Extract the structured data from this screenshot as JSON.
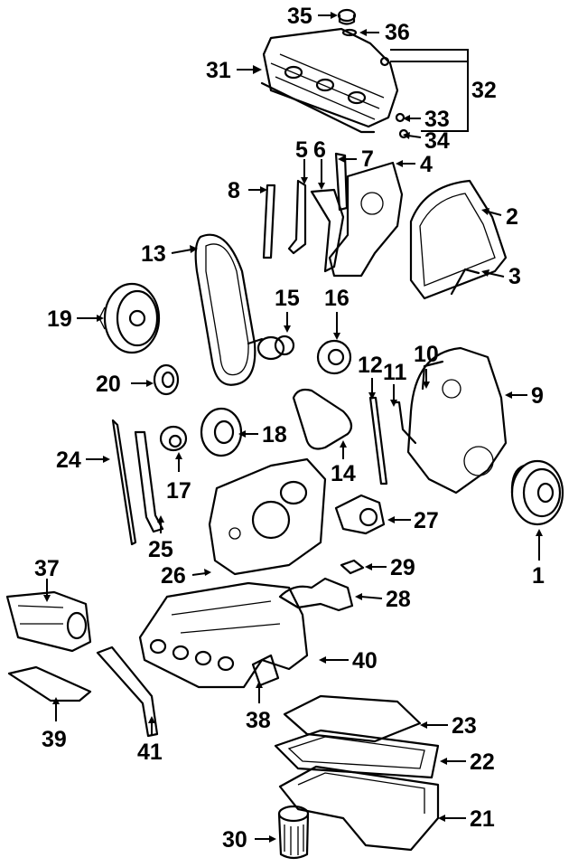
{
  "diagram": {
    "callouts": [
      {
        "id": "1",
        "text": "1"
      },
      {
        "id": "2",
        "text": "2"
      },
      {
        "id": "3",
        "text": "3"
      },
      {
        "id": "4",
        "text": "4"
      },
      {
        "id": "5",
        "text": "5"
      },
      {
        "id": "6",
        "text": "6"
      },
      {
        "id": "7",
        "text": "7"
      },
      {
        "id": "8",
        "text": "8"
      },
      {
        "id": "9",
        "text": "9"
      },
      {
        "id": "10",
        "text": "10"
      },
      {
        "id": "11",
        "text": "11"
      },
      {
        "id": "12",
        "text": "12"
      },
      {
        "id": "13",
        "text": "13"
      },
      {
        "id": "14",
        "text": "14"
      },
      {
        "id": "15",
        "text": "15"
      },
      {
        "id": "16",
        "text": "16"
      },
      {
        "id": "17",
        "text": "17"
      },
      {
        "id": "18",
        "text": "18"
      },
      {
        "id": "19",
        "text": "19"
      },
      {
        "id": "20",
        "text": "20"
      },
      {
        "id": "21",
        "text": "21"
      },
      {
        "id": "22",
        "text": "22"
      },
      {
        "id": "23",
        "text": "23"
      },
      {
        "id": "24",
        "text": "24"
      },
      {
        "id": "25",
        "text": "25"
      },
      {
        "id": "26",
        "text": "26"
      },
      {
        "id": "27",
        "text": "27"
      },
      {
        "id": "28",
        "text": "28"
      },
      {
        "id": "29",
        "text": "29"
      },
      {
        "id": "30",
        "text": "30"
      },
      {
        "id": "31",
        "text": "31"
      },
      {
        "id": "32",
        "text": "32"
      },
      {
        "id": "33",
        "text": "33"
      },
      {
        "id": "34",
        "text": "34"
      },
      {
        "id": "35",
        "text": "35"
      },
      {
        "id": "36",
        "text": "36"
      },
      {
        "id": "37",
        "text": "37"
      },
      {
        "id": "38",
        "text": "38"
      },
      {
        "id": "39",
        "text": "39"
      },
      {
        "id": "40",
        "text": "40"
      },
      {
        "id": "41",
        "text": "41"
      }
    ]
  }
}
